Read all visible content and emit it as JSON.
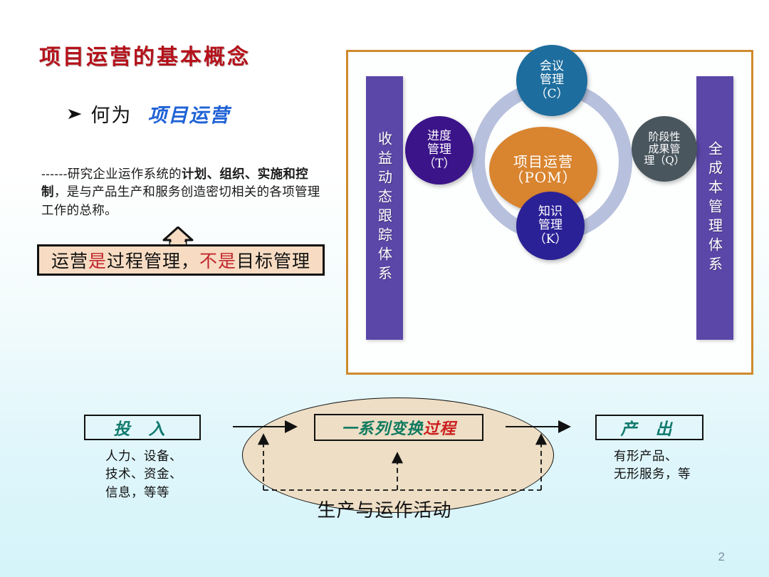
{
  "slide": {
    "title": "项目运营的基本概念",
    "page_number": "2"
  },
  "bullet": {
    "marker_icon": "arrow-bullet-icon",
    "lead": "何为",
    "emphasis": "项目运营"
  },
  "definition": {
    "prefix": "------研究企业运作系统的",
    "bold_1": "计划、组织、实施和控制",
    "rest": "，是与产品生产和服务创造密切相关的各项管理工作的总称。"
  },
  "callout": {
    "part_1": "运营",
    "part_2_hot": "是",
    "part_3": "过程管理，",
    "part_4_hot": "不是",
    "part_5": "目标管理"
  },
  "diagram": {
    "border_color": "#cf8a2e",
    "ring_color": "#b7c0dc",
    "left_bar": "收益动态跟踪体系",
    "right_bar": "全成本管理体系",
    "bar_color": "#5b47a8",
    "center": {
      "line_1": "项目运营",
      "line_2": "（POM）",
      "color": "#d9842f"
    },
    "nodes": [
      {
        "id": "C",
        "line_1": "会议",
        "line_2": "管理",
        "line_3": "（C）",
        "color": "#1d6d9e"
      },
      {
        "id": "T",
        "line_1": "进度",
        "line_2": "管理",
        "line_3": "（T）",
        "color": "#3b1489"
      },
      {
        "id": "Q",
        "line_1": "阶段性",
        "line_2": "成果管",
        "line_3": "理（Q）",
        "color": "#49565e"
      },
      {
        "id": "K",
        "line_1": "知识",
        "line_2": "管理",
        "line_3": "（K）",
        "color": "#2b2196"
      }
    ]
  },
  "flow": {
    "input_label": "投 入",
    "input_items": "人力、设备、\n技术、资金、\n信息，等等",
    "output_label": "产 出",
    "output_items": "有形产品、\n无形服务，等",
    "process_label_green": "一系列变换",
    "process_label_red": "过程",
    "activity_label": "生产与运作活动",
    "ellipse_fill": "#eddec5",
    "label_color": "#127a6e"
  }
}
